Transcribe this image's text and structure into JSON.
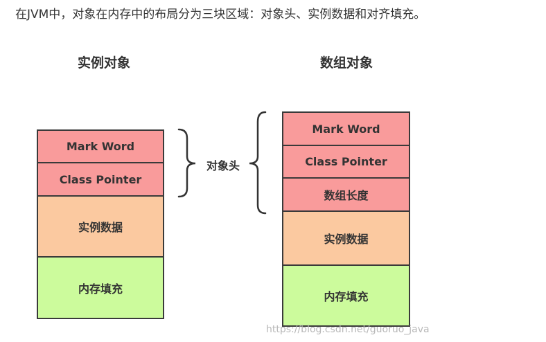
{
  "intro_text": "在JVM中，对象在内存中的布局分为三块区域：对象头、实例数据和对齐填充。",
  "diagram": {
    "instance_title": "实例对象",
    "array_title": "数组对象",
    "brace_label": "对象头",
    "instance_blocks": [
      "Mark Word",
      "Class Pointer",
      "实例数据",
      "内存填充"
    ],
    "array_blocks": [
      "Mark Word",
      "Class Pointer",
      "数组长度",
      "实例数据",
      "内存填充"
    ],
    "colors": {
      "header": "#f99b9b",
      "data": "#fbc9a0",
      "padding": "#ccfb9c",
      "border": "#3a3a3a"
    }
  },
  "watermark": "https://blog.csdn.net/guoruo_java"
}
